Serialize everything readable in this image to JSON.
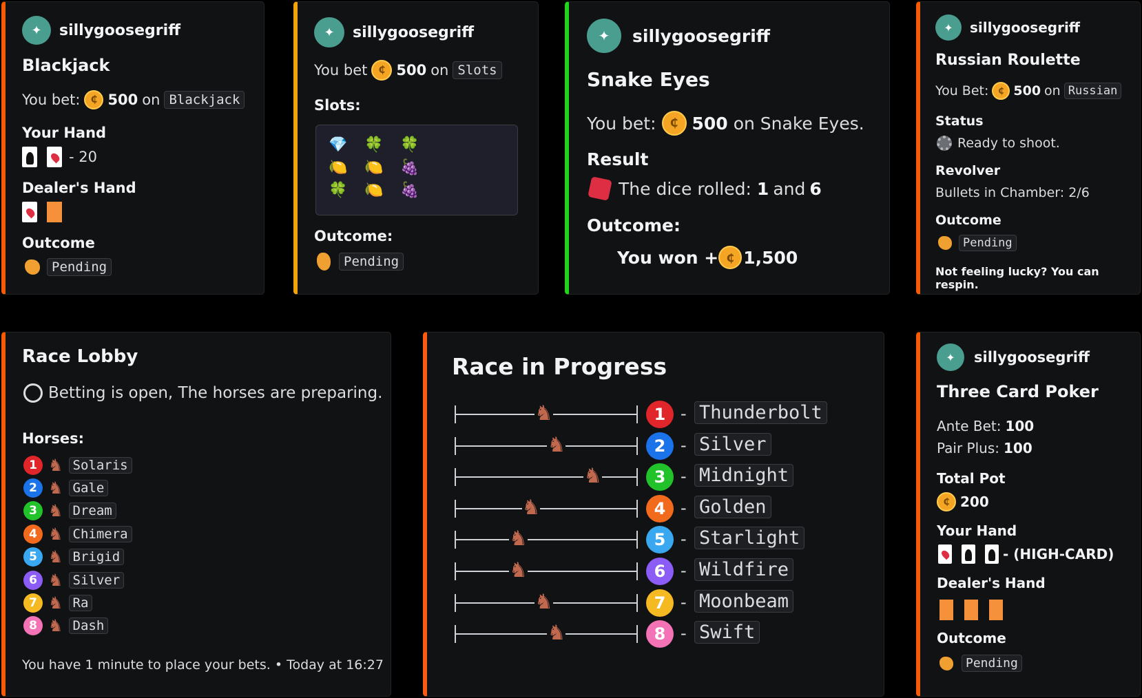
{
  "colors": {
    "orange": "#f35b04",
    "yellow": "#f0a30a",
    "green": "#22d31c",
    "orange2": "#ff5a14"
  },
  "blackjack": {
    "author": "sillygoosegriff",
    "title": "Blackjack",
    "bet_prefix": "You bet:",
    "bet_amount": "500",
    "bet_on": "on",
    "game_code": "Blackjack",
    "your_hand_label": "Your Hand",
    "your_hand_value": "- 20",
    "dealer_label": "Dealer's Hand",
    "outcome_label": "Outcome",
    "outcome_value": "Pending"
  },
  "slots": {
    "author": "sillygoosegriff",
    "bet_prefix": "You bet",
    "bet_amount": "500",
    "bet_on": "on",
    "game_code": "Slots",
    "slots_label": "Slots:",
    "grid": [
      "💎",
      "🍀",
      "🍀",
      "🍋",
      "🍋",
      "🍇",
      "🍀",
      "🍋",
      "🍇"
    ],
    "outcome_label": "Outcome:",
    "outcome_value": "Pending"
  },
  "snake": {
    "author": "sillygoosegriff",
    "title": "Snake Eyes",
    "bet_prefix": "You bet:",
    "bet_amount": "500",
    "bet_suffix": "on Snake Eyes.",
    "result_label": "Result",
    "dice_prefix": "The dice rolled:",
    "die1": "1",
    "and": "and",
    "die2": "6",
    "outcome_label": "Outcome:",
    "won_prefix": "You won +",
    "won_amount": "1,500"
  },
  "roulette": {
    "author": "sillygoosegriff",
    "title": "Russian Roulette",
    "bet_prefix": "You Bet:",
    "bet_amount": "500",
    "bet_on": "on",
    "game_code": "Russian",
    "status_label": "Status",
    "status_value": "Ready to shoot.",
    "revolver_label": "Revolver",
    "revolver_value": "Bullets in Chamber: 2/6",
    "outcome_label": "Outcome",
    "outcome_value": "Pending",
    "footer": "Not feeling lucky? You can respin."
  },
  "lobby": {
    "title": "Race Lobby",
    "status": "Betting is open, The horses are preparing.",
    "horses_label": "Horses:",
    "horses": [
      {
        "num": "1",
        "name": "Solaris",
        "color": "#e0262b"
      },
      {
        "num": "2",
        "name": "Gale",
        "color": "#1a73e8"
      },
      {
        "num": "3",
        "name": "Dream",
        "color": "#22c32a"
      },
      {
        "num": "4",
        "name": "Chimera",
        "color": "#f26b1d"
      },
      {
        "num": "5",
        "name": "Brigid",
        "color": "#3aa8f0"
      },
      {
        "num": "6",
        "name": "Silver",
        "color": "#8b5cf6"
      },
      {
        "num": "7",
        "name": "Ra",
        "color": "#f5b921"
      },
      {
        "num": "8",
        "name": "Dash",
        "color": "#f472b6"
      }
    ],
    "footer": "You have 1 minute to place your bets. • Today at 16:27"
  },
  "race": {
    "title": "Race in Progress",
    "lanes": [
      {
        "num": "1",
        "name": "Thunderbolt",
        "progress": 0.5,
        "color": "#e0262b"
      },
      {
        "num": "2",
        "name": "Silver",
        "progress": 0.57,
        "color": "#1a73e8"
      },
      {
        "num": "3",
        "name": "Midnight",
        "progress": 0.77,
        "color": "#22c32a"
      },
      {
        "num": "4",
        "name": "Golden",
        "progress": 0.43,
        "color": "#f26b1d"
      },
      {
        "num": "5",
        "name": "Starlight",
        "progress": 0.36,
        "color": "#3aa8f0"
      },
      {
        "num": "6",
        "name": "Wildfire",
        "progress": 0.36,
        "color": "#8b5cf6"
      },
      {
        "num": "7",
        "name": "Moonbeam",
        "progress": 0.5,
        "color": "#f5b921"
      },
      {
        "num": "8",
        "name": "Swift",
        "progress": 0.57,
        "color": "#f472b6"
      }
    ]
  },
  "poker": {
    "author": "sillygoosegriff",
    "title": "Three Card Poker",
    "ante_label": "Ante Bet:",
    "ante_value": "100",
    "pair_label": "Pair Plus:",
    "pair_value": "100",
    "pot_label": "Total Pot",
    "pot_value": "200",
    "your_hand_label": "Your Hand",
    "your_hand_value": "- (HIGH-CARD)",
    "dealer_label": "Dealer's Hand",
    "outcome_label": "Outcome",
    "outcome_value": "Pending"
  }
}
